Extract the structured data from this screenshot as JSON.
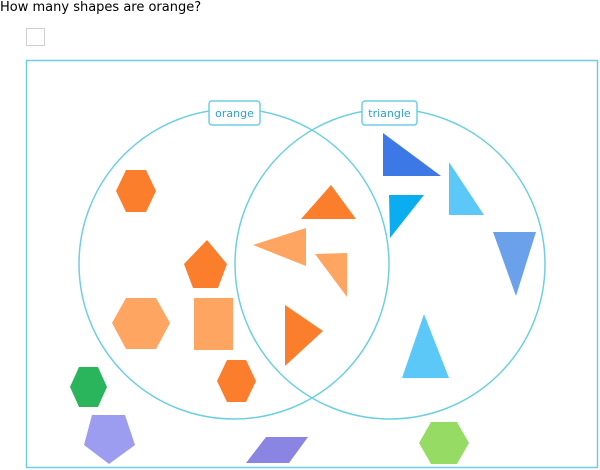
{
  "question": {
    "text": "How many shapes are orange?"
  },
  "answer": {
    "value": ""
  },
  "venn": {
    "left_label": "orange",
    "right_label": "triangle",
    "border_color": "#6fcfe0",
    "label_color": "#2ca0c8"
  },
  "shapes": {
    "orange_only": [
      {
        "kind": "hexagon",
        "color": "#fb7e2c"
      },
      {
        "kind": "pentagon",
        "color": "#fb7e2c"
      },
      {
        "kind": "hexagon",
        "color": "#fea561"
      },
      {
        "kind": "square",
        "color": "#fea561"
      },
      {
        "kind": "hexagon",
        "color": "#fb7e2c"
      }
    ],
    "orange_and_triangle": [
      {
        "kind": "triangle",
        "color": "#fb7e2c"
      },
      {
        "kind": "triangle",
        "color": "#fea561"
      },
      {
        "kind": "triangle",
        "color": "#fea561"
      },
      {
        "kind": "triangle",
        "color": "#fb7e2c"
      }
    ],
    "triangle_only": [
      {
        "kind": "triangle",
        "color": "#3c78e6"
      },
      {
        "kind": "triangle",
        "color": "#5cc8f7"
      },
      {
        "kind": "triangle",
        "color": "#0aaef0"
      },
      {
        "kind": "triangle",
        "color": "#6ba0ea"
      },
      {
        "kind": "triangle",
        "color": "#5cc8f7"
      }
    ],
    "outside": [
      {
        "kind": "hexagon",
        "color": "#2ab55c"
      },
      {
        "kind": "pentagon",
        "color": "#9c9cf0"
      },
      {
        "kind": "parallelogram",
        "color": "#8a84e3"
      },
      {
        "kind": "hexagon",
        "color": "#96dc64"
      }
    ]
  }
}
